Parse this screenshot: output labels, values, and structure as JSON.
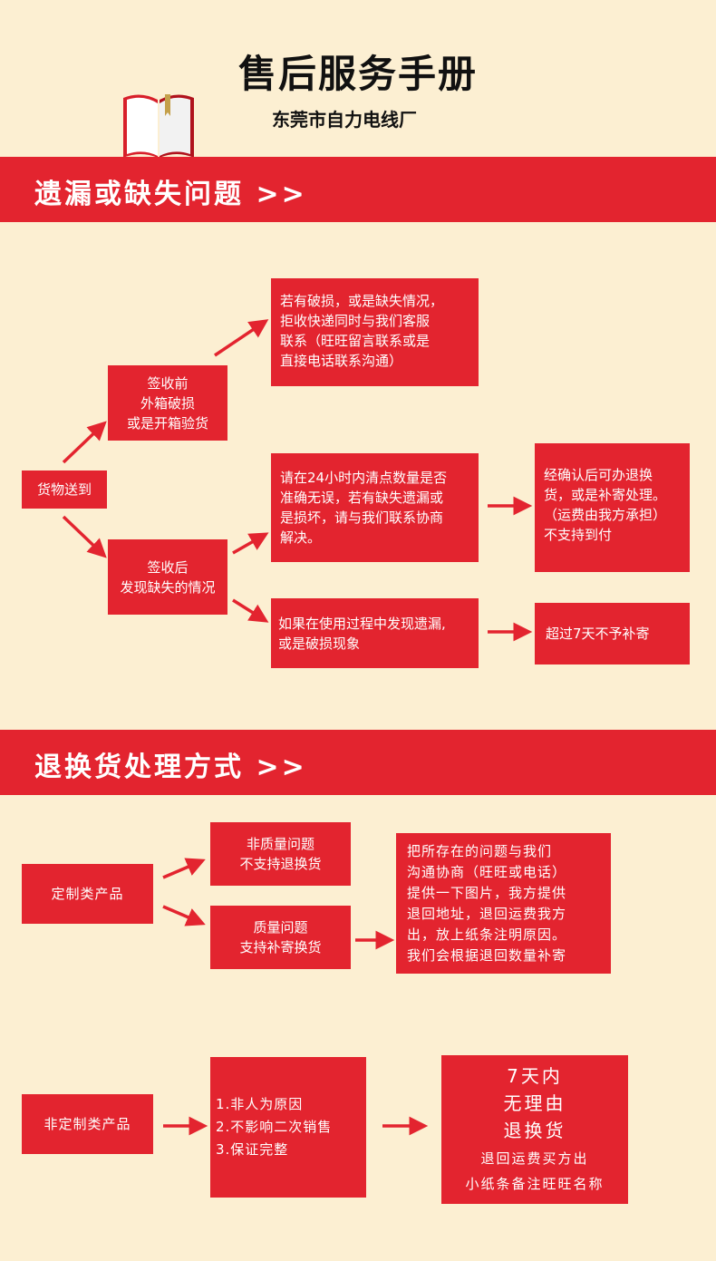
{
  "header": {
    "title": "售后服务手册",
    "subtitle": "东莞市自力电线厂"
  },
  "colors": {
    "accent": "#e3242f",
    "background": "#fcefd2"
  },
  "section1": {
    "title": "遗漏或缺失问题 >>",
    "start": "货物送到",
    "before": "签收前\n外箱破损\n或是开箱验货",
    "before_action": "若有破损，或是缺失情况，\n拒收快递同时与我们客服\n联系（旺旺留言联系或是\n直接电话联系沟通）",
    "after": "签收后\n发现缺失的情况",
    "after_action1": "请在24小时内清点数量是否\n准确无误，若有缺失遗漏或\n是损坏，请与我们联系协商\n解决。",
    "after_result1": "经确认后可办退换\n货，或是补寄处理。\n（运费由我方承担）\n不支持到付",
    "after_action2": "如果在使用过程中发现遗漏,\n或是破损现象",
    "after_result2": "超过7天不予补寄"
  },
  "section2": {
    "title": "退换货处理方式 >>",
    "custom": "定制类产品",
    "non_quality": "非质量问题\n不支持退换货",
    "quality": "质量问题\n支持补寄换货",
    "quality_action": "把所存在的问题与我们\n沟通协商（旺旺或电话）\n提供一下图片，我方提供\n退回地址，退回运费我方\n出，放上纸条注明原因。\n我们会根据退回数量补寄",
    "noncustom": "非定制类产品",
    "conditions": "1.非人为原因\n2.不影响二次销售\n3.保证完整",
    "result_big": "7天内\n无理由\n退换货",
    "result_small": "退回运费买方出\n小纸条备注旺旺名称"
  }
}
